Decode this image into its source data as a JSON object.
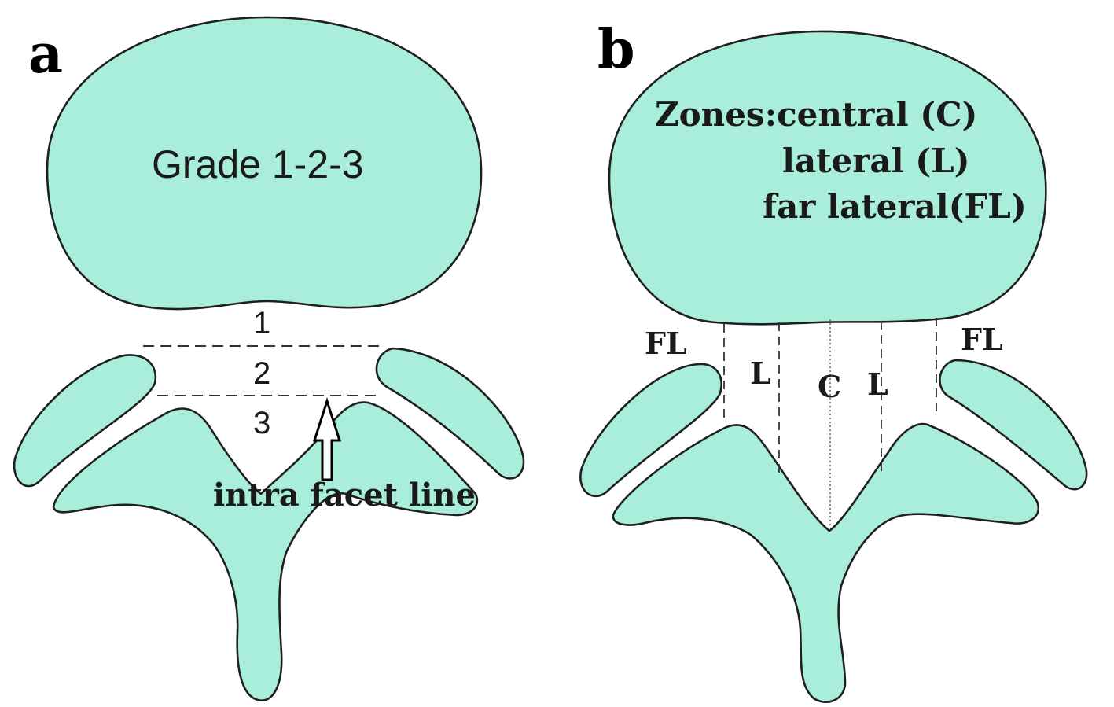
{
  "colors": {
    "bone_fill": "#a8eedb",
    "outline": "#1f1f1f",
    "background": "#ffffff"
  },
  "panel_a": {
    "letter": "a",
    "body_text": "Grade 1-2-3",
    "grade_numbers": [
      "1",
      "2",
      "3"
    ],
    "arrow_label": "intra facet line"
  },
  "panel_b": {
    "letter": "b",
    "zones_line1": "Zones:central (C)",
    "zones_line2": "lateral (L)",
    "zones_line3": "far lateral(FL)",
    "label_fl_left": "FL",
    "label_fl_right": "FL",
    "label_l_left": "L",
    "label_c": "C",
    "label_l_right": "L"
  }
}
